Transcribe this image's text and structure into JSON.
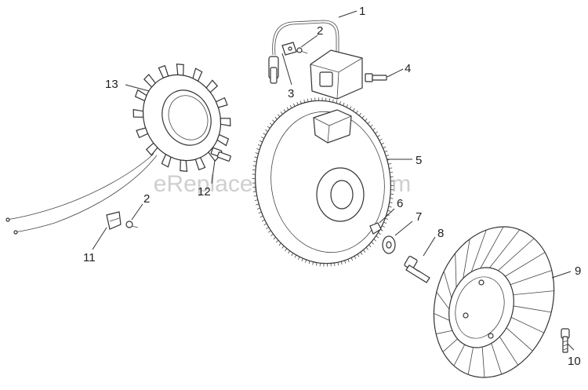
{
  "watermark": "eReplacementParts.com",
  "callouts": [
    {
      "id": "c1",
      "label": "1"
    },
    {
      "id": "c2a",
      "label": "2"
    },
    {
      "id": "c3",
      "label": "3"
    },
    {
      "id": "c4",
      "label": "4"
    },
    {
      "id": "c5",
      "label": "5"
    },
    {
      "id": "c6",
      "label": "6"
    },
    {
      "id": "c7",
      "label": "7"
    },
    {
      "id": "c8",
      "label": "8"
    },
    {
      "id": "c9",
      "label": "9"
    },
    {
      "id": "c10",
      "label": "10"
    },
    {
      "id": "c11",
      "label": "11"
    },
    {
      "id": "c2b",
      "label": "2"
    },
    {
      "id": "c12",
      "label": "12"
    },
    {
      "id": "c13",
      "label": "13"
    }
  ]
}
